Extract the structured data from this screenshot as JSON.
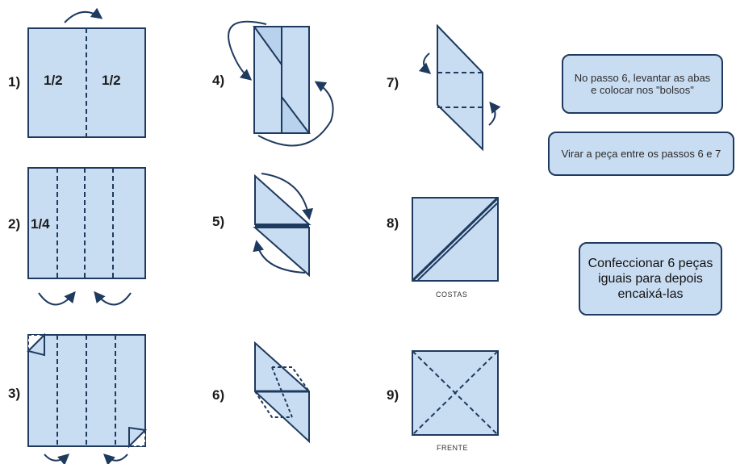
{
  "steps": {
    "s1": "1)",
    "s2": "2)",
    "s3": "3)",
    "s4": "4)",
    "s5": "5)",
    "s6": "6)",
    "s7": "7)",
    "s8": "8)",
    "s9": "9)"
  },
  "fold_labels": {
    "half_left": "1/2",
    "half_right": "1/2",
    "quarter": "1/4"
  },
  "captions": {
    "back": "COSTAS",
    "front": "FRENTE"
  },
  "notes": {
    "note1": "No passo 6, levantar as abas e colocar nos \"bolsos\"",
    "note2": "Virar a peça entre os passos 6 e 7",
    "note3": "Confeccionar 6 peças iguais para depois encaixá-las"
  },
  "colors": {
    "paper_fill": "#c9ddf2",
    "line": "#1f3a5f"
  }
}
